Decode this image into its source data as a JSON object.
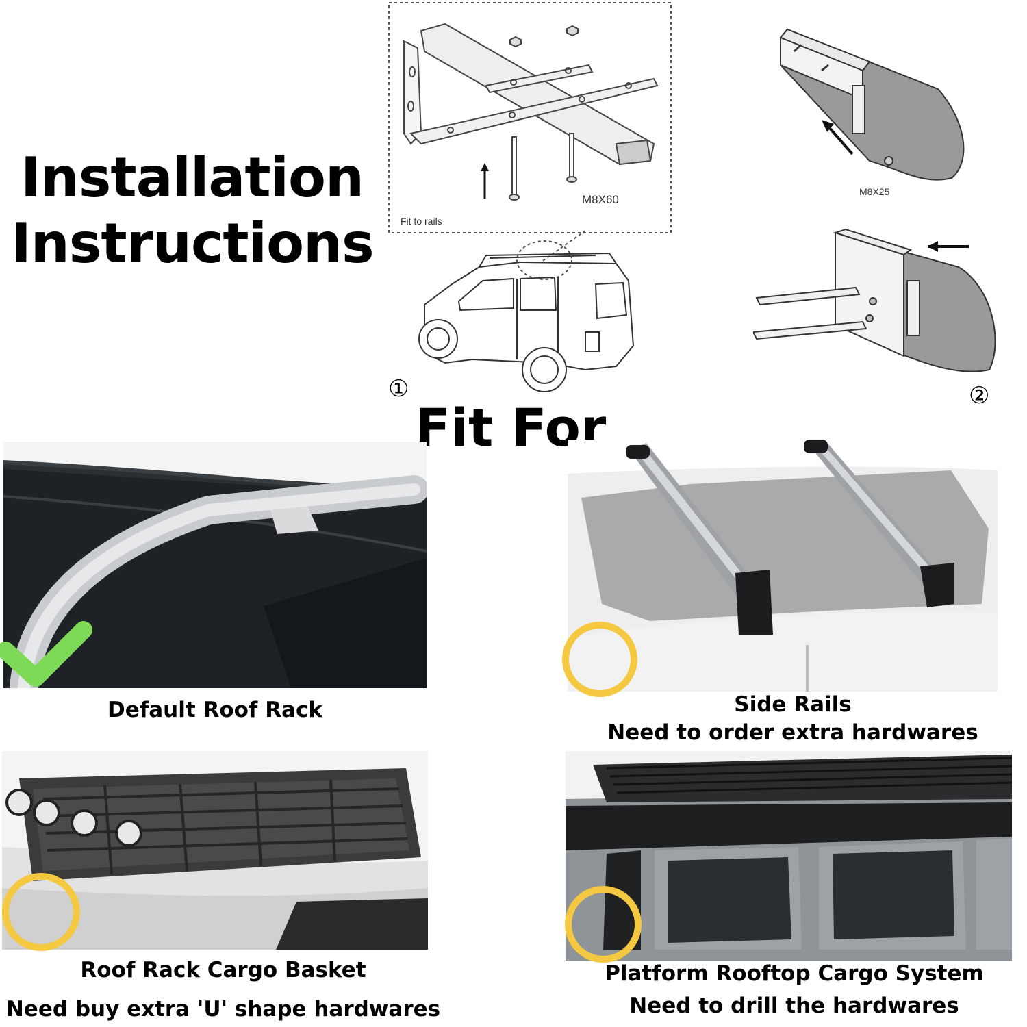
{
  "heading": {
    "line1": "Installation",
    "line2": "Instructions"
  },
  "diagram": {
    "bolt_label_1": "M8X60",
    "fit_label": "Fit to rails",
    "bolt_label_2": "M8X25",
    "step_1": "①",
    "step_2": "②"
  },
  "fit_for": "Fit For",
  "panels": [
    {
      "title": "Default Roof Rack",
      "note": "",
      "marker": "checkmark-icon",
      "marker_color": "#7ed957"
    },
    {
      "title": "Side Rails",
      "note": "Need to order extra hardwares",
      "marker": "circle-marker",
      "marker_color": "#f5c842"
    },
    {
      "title": "Roof Rack Cargo Basket",
      "note": "Need buy extra 'U' shape hardwares",
      "marker": "circle-marker",
      "marker_color": "#f5c842"
    },
    {
      "title": "Platform Rooftop Cargo System",
      "note": "Need to drill the hardwares",
      "marker": "circle-marker",
      "marker_color": "#f5c842"
    }
  ]
}
